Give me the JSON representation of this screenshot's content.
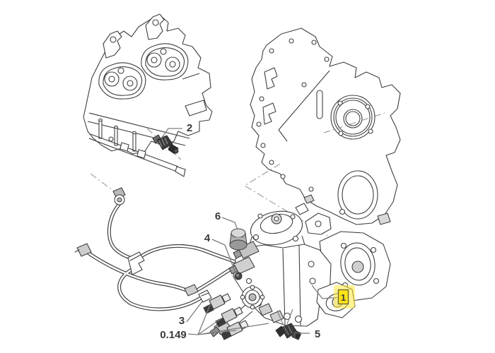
{
  "diagram": {
    "type": "exploded-parts-diagram",
    "background_color": "#ffffff",
    "line_color": "#3f3f3f",
    "leader_color": "#7d7d7d",
    "dash_line_color": "#8f8f8f",
    "label_color": "#3a3a3a",
    "highlight": {
      "fill": "#ffe417",
      "halo": "#fff06a",
      "border": "#6e6a2a"
    },
    "callouts": [
      {
        "label": "1",
        "highlighted": true
      },
      {
        "label": "2",
        "highlighted": false
      },
      {
        "label": "3",
        "highlighted": false
      },
      {
        "label": "4",
        "highlighted": false
      },
      {
        "label": "5",
        "highlighted": false
      },
      {
        "label": "6",
        "highlighted": false
      },
      {
        "label": "0.149",
        "highlighted": false
      }
    ]
  }
}
